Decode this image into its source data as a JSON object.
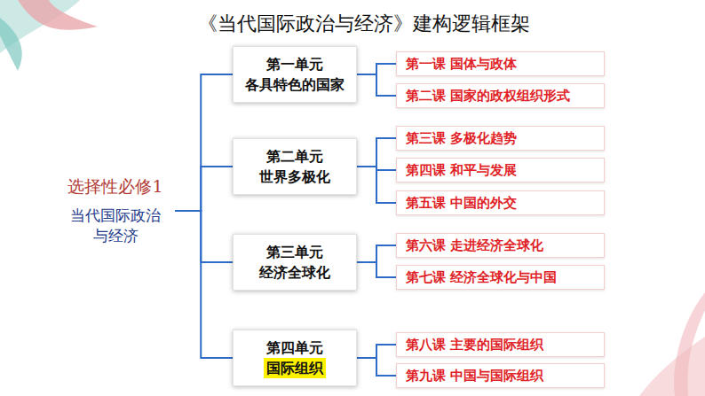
{
  "diagram": {
    "title": "《当代国际政治与经济》建构逻辑框架",
    "nodes": [
      {
        "text": [
          "选择性必修1",
          "当代国际政治与经济"
        ]
      },
      {
        "text": [
          "第一单元",
          "各具特色的国家"
        ]
      },
      {
        "text": [
          "第一课 国体与政体"
        ]
      },
      {
        "text": [
          "第二课 国家的政权组织形式"
        ]
      },
      {
        "text": [
          "第二单元",
          "世界多极化"
        ]
      },
      {
        "text": [
          "第三课 多极化趋势"
        ]
      },
      {
        "text": [
          "第四课 和平与发展"
        ]
      },
      {
        "text": [
          "第五课 中国的外交"
        ]
      },
      {
        "text": [
          "第三单元",
          "经济全球化"
        ]
      },
      {
        "text": [
          "第六课 走进经济全球化"
        ]
      },
      {
        "text": [
          "第七课 经济全球化与中国"
        ]
      },
      {
        "text": [
          "第四单元",
          "国际组织"
        ]
      },
      {
        "text": [
          "第八课 主要的国际组织"
        ]
      },
      {
        "text": [
          "第九课 中国与国际组织"
        ]
      }
    ],
    "edges": [
      {
        "from": 0,
        "to": 1,
        "arrow": "none"
      },
      {
        "from": 0,
        "to": 4,
        "arrow": "none"
      },
      {
        "from": 0,
        "to": 8,
        "arrow": "none"
      },
      {
        "from": 0,
        "to": 11,
        "arrow": "none"
      },
      {
        "from": 1,
        "to": 2,
        "arrow": "none"
      },
      {
        "from": 1,
        "to": 3,
        "arrow": "none"
      },
      {
        "from": 4,
        "to": 5,
        "arrow": "none"
      },
      {
        "from": 4,
        "to": 6,
        "arrow": "none"
      },
      {
        "from": 4,
        "to": 7,
        "arrow": "none"
      },
      {
        "from": 8,
        "to": 9,
        "arrow": "none"
      },
      {
        "from": 8,
        "to": 10,
        "arrow": "none"
      },
      {
        "from": 11,
        "to": 12,
        "arrow": "none"
      },
      {
        "from": 11,
        "to": 13,
        "arrow": "none"
      }
    ]
  }
}
